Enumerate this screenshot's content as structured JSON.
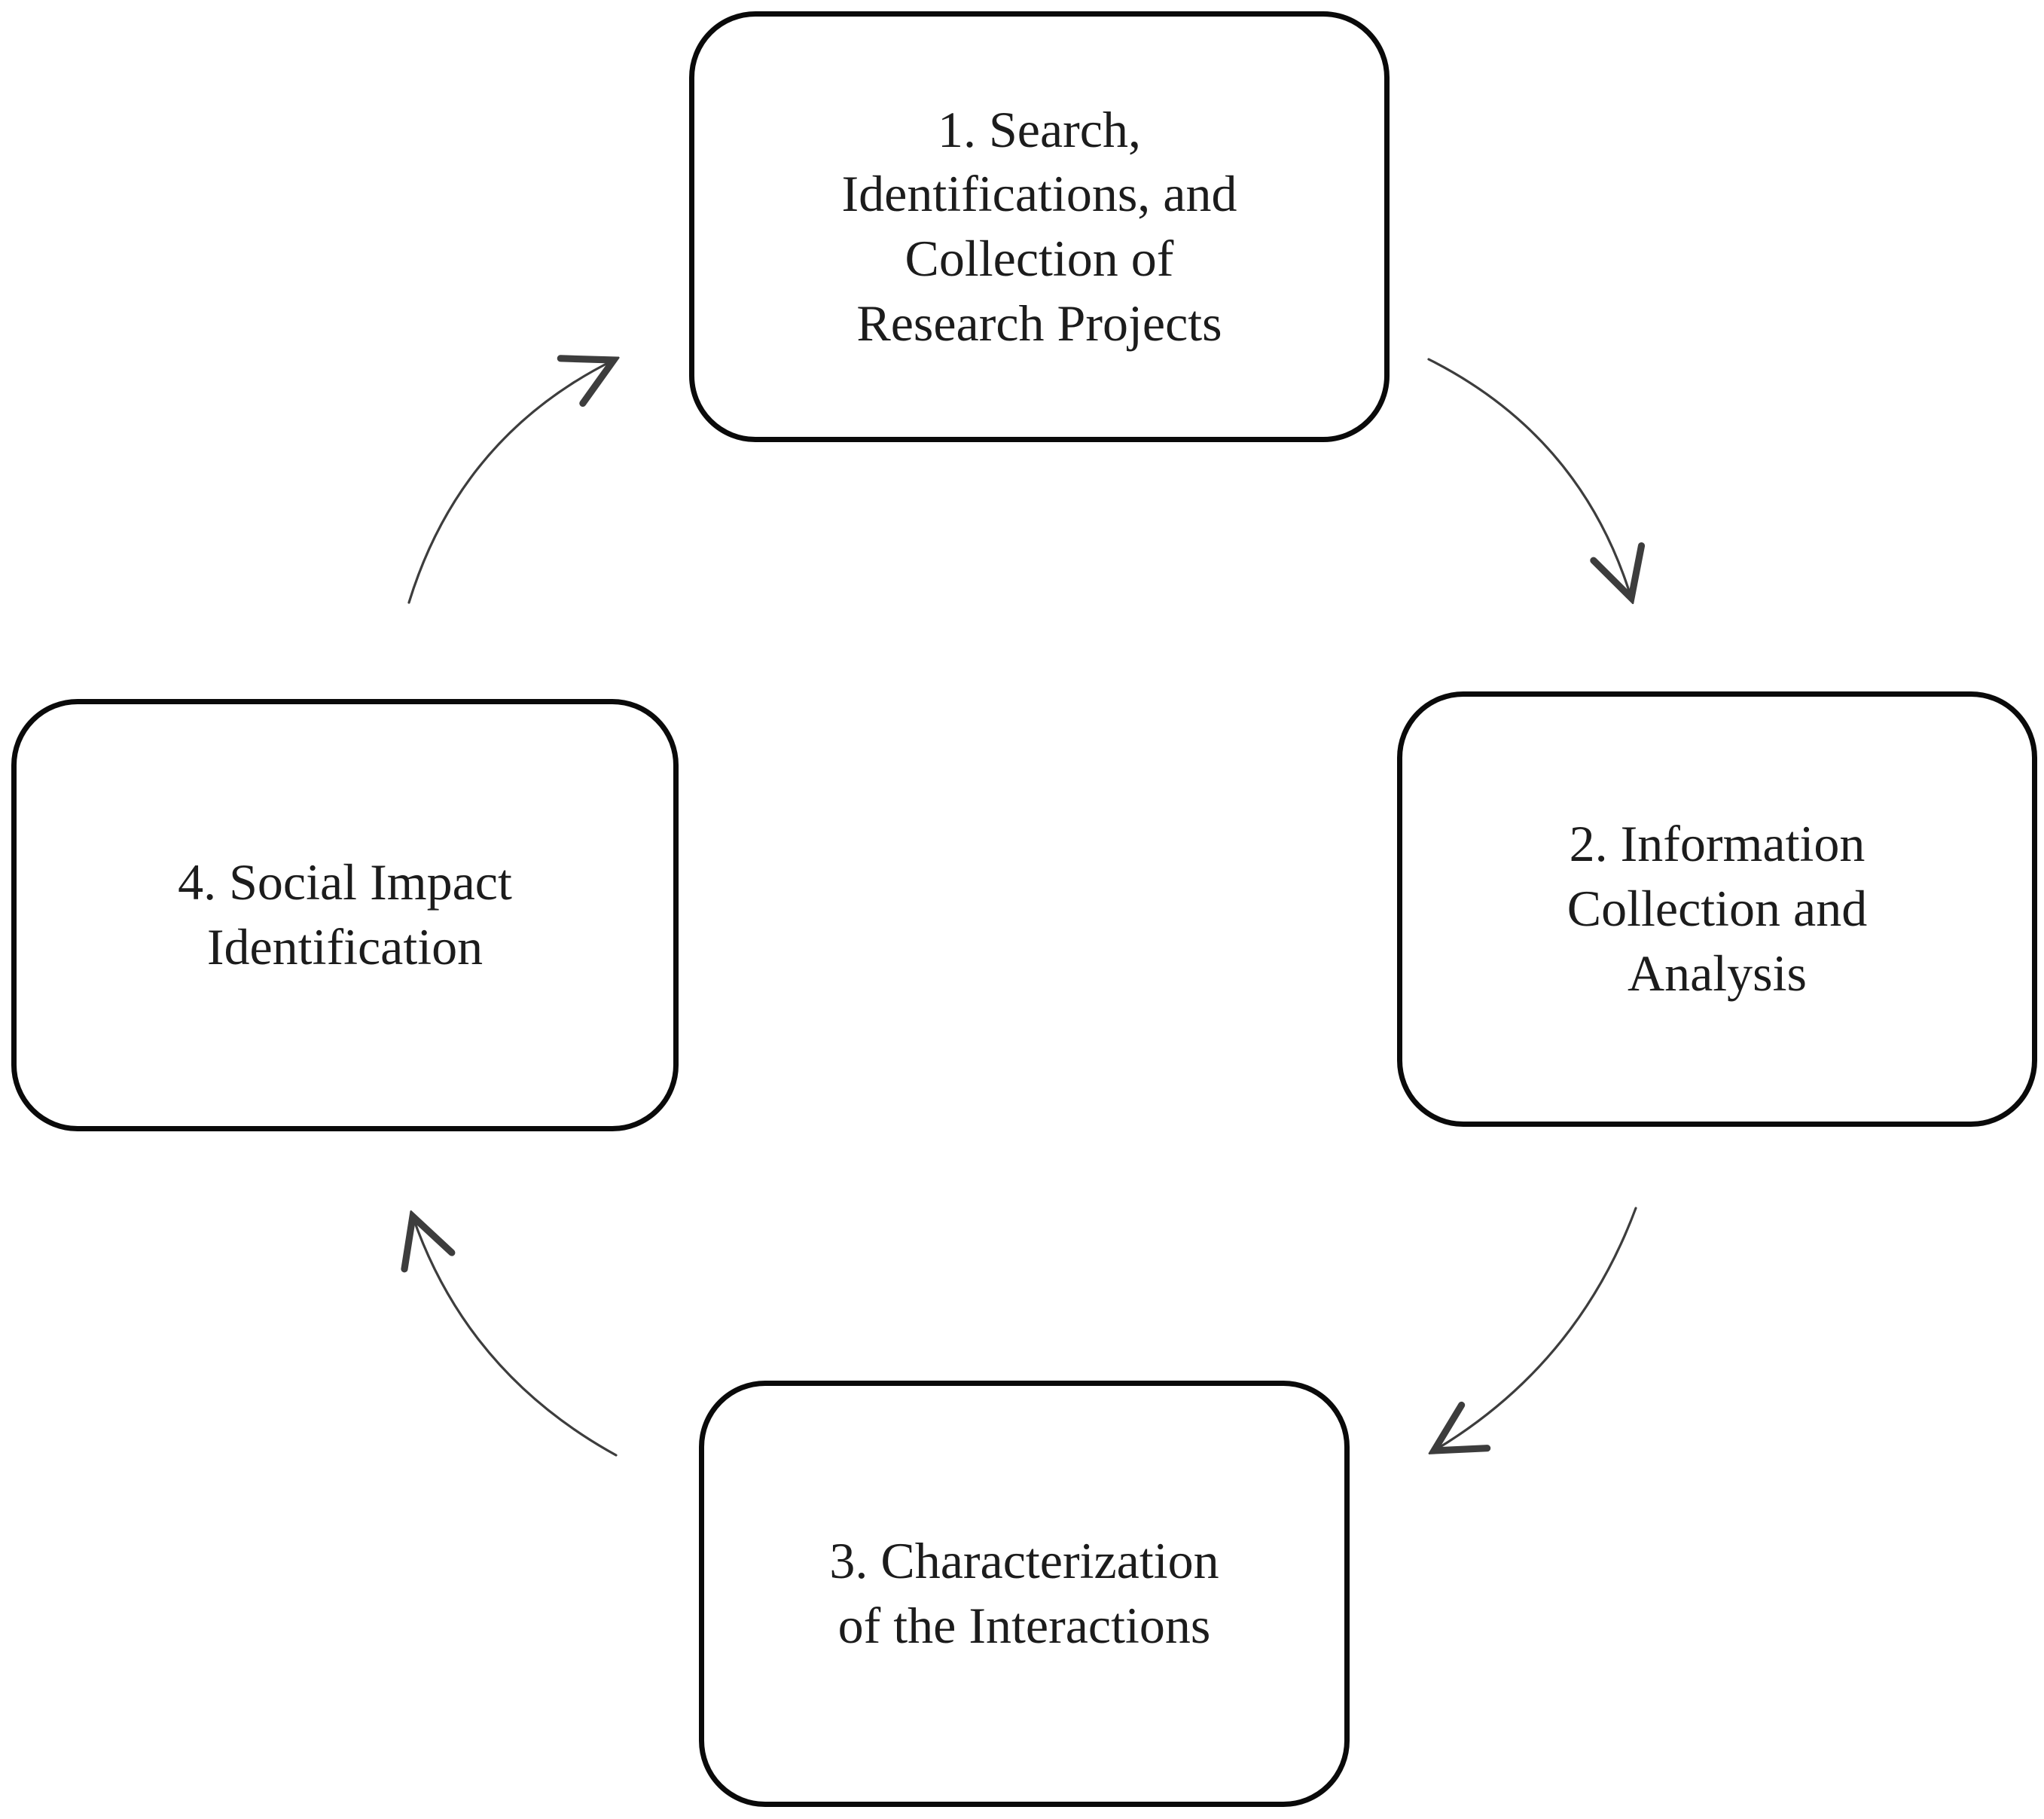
{
  "figure": {
    "type": "cycle-diagram",
    "background": "#ffffff",
    "nodes": [
      {
        "id": "step1",
        "label": "1. Search,\nIdentifications, and\nCollection of\nResearch Projects"
      },
      {
        "id": "step2",
        "label": "2. Information\nCollection and\nAnalysis"
      },
      {
        "id": "step3",
        "label": "3. Characterization\nof the Interactions"
      },
      {
        "id": "step4",
        "label": "4. Social Impact\nIdentification"
      }
    ],
    "edges": [
      {
        "from": "step1",
        "to": "step2"
      },
      {
        "from": "step2",
        "to": "step3"
      },
      {
        "from": "step3",
        "to": "step4"
      },
      {
        "from": "step4",
        "to": "step1"
      }
    ],
    "colors": {
      "node_border": "#0a0a0a",
      "node_fill": "#ffffff",
      "label_text": "#1c1c1c",
      "arrow_stroke": "#3d3d3d",
      "background": "#ffffff"
    }
  }
}
